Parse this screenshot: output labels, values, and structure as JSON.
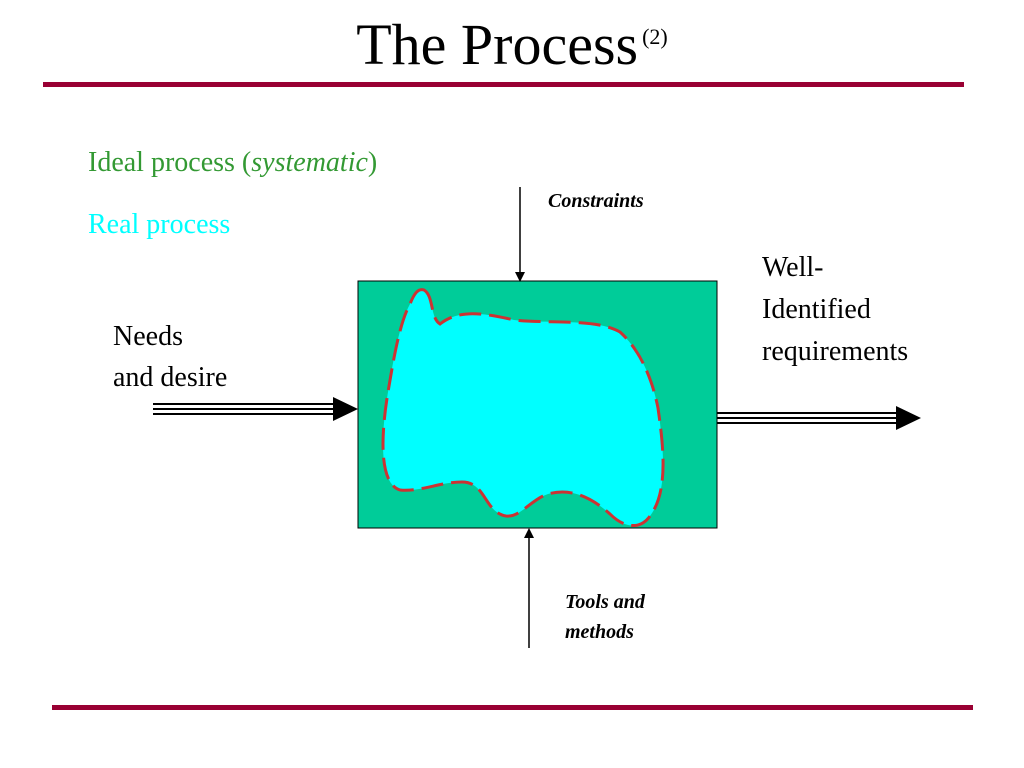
{
  "slide": {
    "title": "The Process",
    "title_suffix": "(2)",
    "colors": {
      "rule": "#990033",
      "ideal_process": "#339933",
      "real_process": "#00ffff",
      "box_fill": "#00cc99",
      "real_area_fill": "#00ffff",
      "ideal_boundary_dash": "#cc3333"
    }
  },
  "legend": {
    "ideal_prefix": "Ideal process (",
    "ideal_emphasis": "systematic",
    "ideal_suffix": ")",
    "real": "Real process"
  },
  "diagram": {
    "constraints": "Constraints",
    "tools": "Tools and\nmethods",
    "input": "Needs\nand desire",
    "output": "Well-\nIdentified\nrequirements"
  }
}
